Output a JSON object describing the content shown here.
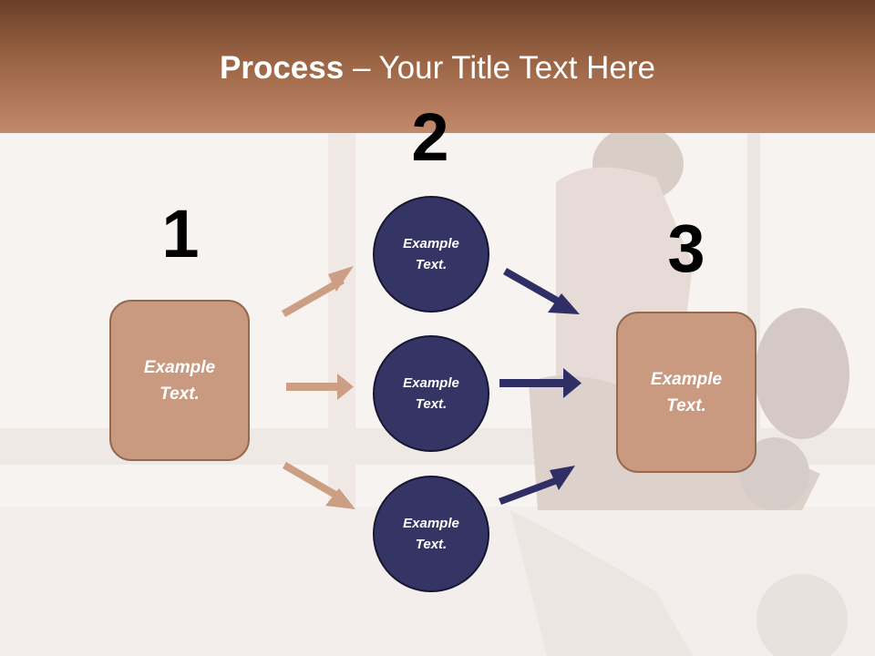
{
  "title": {
    "bold": "Process",
    "rest": " – Your Title Text Here"
  },
  "steps": {
    "one": "1",
    "two": "2",
    "three": "3"
  },
  "box_left": {
    "line1": "Example",
    "line2": "Text."
  },
  "box_right": {
    "line1": "Example",
    "line2": "Text."
  },
  "circles": [
    {
      "line1": "Example",
      "line2": "Text."
    },
    {
      "line1": "Example",
      "line2": "Text."
    },
    {
      "line1": "Example",
      "line2": "Text."
    }
  ],
  "colors": {
    "header_top": "#6a3f27",
    "header_bottom": "#c2896a",
    "box_fill": "#c99a80",
    "circle_fill": "#343465",
    "arrow_light": "#cc9e84",
    "arrow_dark": "#2f2f66"
  }
}
